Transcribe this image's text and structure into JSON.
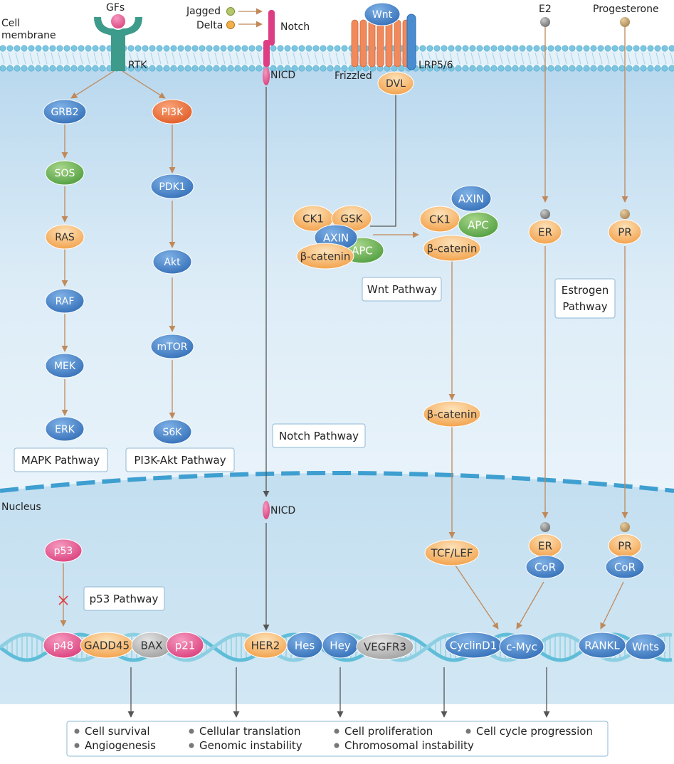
{
  "labels": {
    "cell_membrane": "Cell membrane",
    "nucleus": "Nucleus",
    "gfs": "GFs",
    "rtk": "RTK",
    "jagged": "Jagged",
    "delta": "Delta",
    "notch": "Notch",
    "nicd": "NICD",
    "wnt": "Wnt",
    "frizzled": "Frizzled",
    "lrp": "LRP5/6",
    "dvl": "DVL",
    "e2": "E2",
    "progesterone": "Progesterone"
  },
  "mapk": {
    "grb2": "GRB2",
    "sos": "SOS",
    "ras": "RAS",
    "raf": "RAF",
    "mek": "MEK",
    "erk": "ERK"
  },
  "pi3k": {
    "pi3k": "PI3K",
    "pdk1": "PDK1",
    "akt": "Akt",
    "mtor": "mTOR",
    "s6k": "S6K"
  },
  "wnt_nodes": {
    "ck1": "CK1",
    "gsk": "GSK",
    "axin": "AXIN",
    "bcat": "β-catenin",
    "apc": "APC",
    "axin_r": "AXIN",
    "ck1_r": "CK1",
    "apc_r": "APC",
    "bcat_r": "β-catenin",
    "bcat_mid": "β-catenin",
    "tcf": "TCF/LEF"
  },
  "hormone": {
    "er": "ER",
    "pr": "PR",
    "cor": "CoR"
  },
  "pathways": {
    "mapk": "MAPK Pathway",
    "pi3k": "PI3K-Akt Pathway",
    "notch": "Notch Pathway",
    "wnt": "Wnt Pathway",
    "estrogen_1": "Estrogen",
    "estrogen_2": "Pathway",
    "p53": "p53 Pathway"
  },
  "p53": "p53",
  "genes": {
    "p48": "p48",
    "gadd45": "GADD45",
    "bax": "BAX",
    "p21": "p21",
    "her2": "HER2",
    "hes": "Hes",
    "hey": "Hey",
    "vegfr3": "VEGFR3",
    "cyclind1": "CyclinD1",
    "cmyc": "c-Myc",
    "rankl": "RANKL",
    "wnts": "Wnts"
  },
  "outcomes": [
    "Cell survival",
    "Cellular translation",
    "Cell proliferation",
    "Cell cycle progression",
    "Angiogenesis",
    "Genomic instability",
    "Chromosomal instability"
  ],
  "colors": {
    "blue": "#3a78c4",
    "green": "#5aa84a",
    "orange": "#f4a94c",
    "red_orange": "#e9652a",
    "pink": "#e8508a",
    "gray": "#b9b9b9",
    "arrow": "#c0895a",
    "cytoplasm": "#cfe4f2"
  }
}
